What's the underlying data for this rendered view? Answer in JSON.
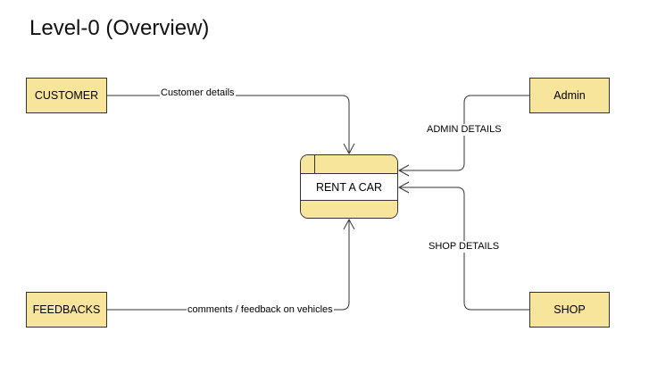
{
  "diagram": {
    "title": "Level-0 (Overview)",
    "process": {
      "label": "RENT A CAR"
    },
    "entities": {
      "customer": "CUSTOMER",
      "admin": "Admin",
      "feedbacks": "FEEDBACKS",
      "shop": "SHOP"
    },
    "flows": {
      "customer_details": "Customer details",
      "admin_details": "ADMIN DETAILS",
      "shop_details": "SHOP DETAILS",
      "feedback": "comments / feedback on vehicles"
    }
  },
  "colors": {
    "box_fill": "#f7e59c",
    "stroke": "#333333",
    "background": "#ffffff"
  }
}
